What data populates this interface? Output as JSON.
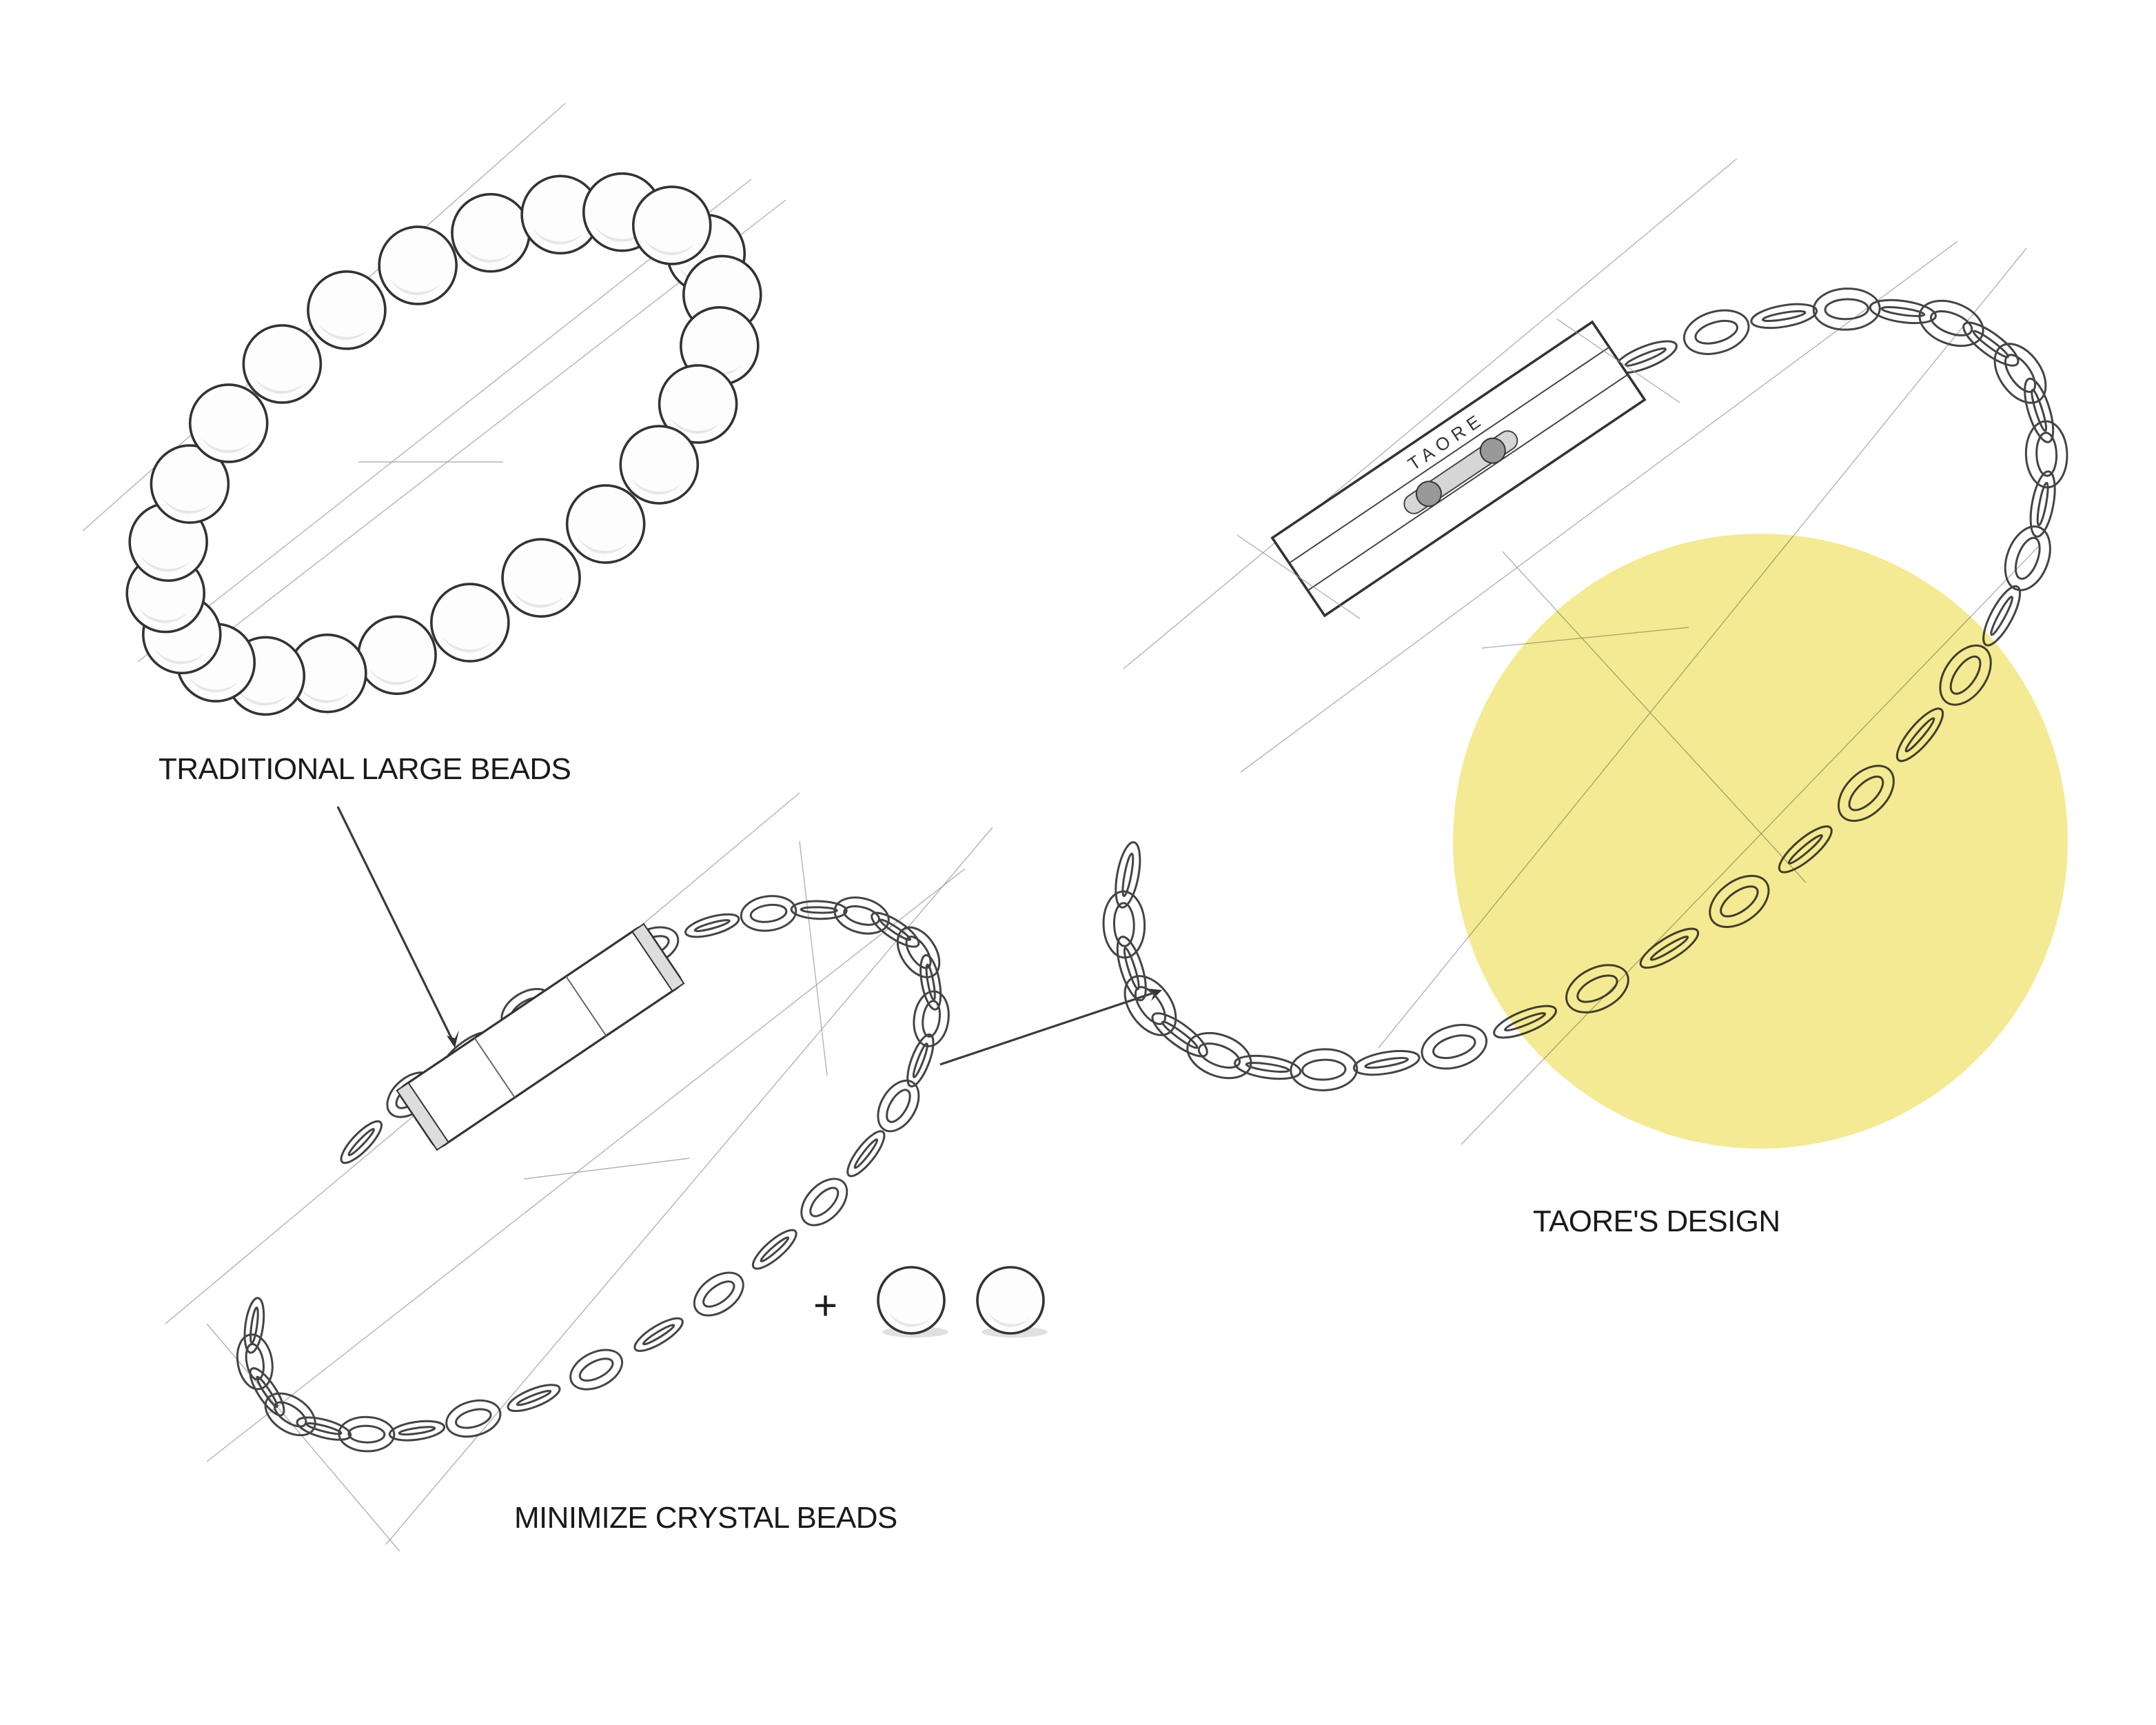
{
  "labels": {
    "traditional": "TRADITIONAL LARGE BEADS",
    "minimize": "MINIMIZE CRYSTAL BEADS",
    "taore_design": "TAORE'S DESIGN",
    "plus": "+",
    "clasp_engraving": "TAORE"
  },
  "colors": {
    "highlight_circle": "#f4ea94",
    "ink": "#3a3a3a"
  },
  "counts": {
    "large_beads": 24,
    "crystal_beads_added": 2
  }
}
